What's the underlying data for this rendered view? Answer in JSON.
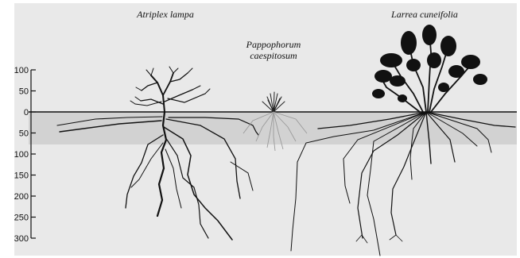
{
  "labels": {
    "atriplex": "Atriplex lampa",
    "pappophorum_line1": "Pappophorum",
    "pappophorum_line2": "caespitosum",
    "larrea": "Larrea cuneifolia"
  },
  "axis": {
    "ticks": [
      "100",
      "50",
      "0",
      "50",
      "100",
      "150",
      "200",
      "250",
      "300"
    ]
  },
  "colors": {
    "background": "#e9e9e9",
    "soil_band": "#d2d2d2",
    "ink": "#111111",
    "faint_roots": "#9a9a9a"
  }
}
